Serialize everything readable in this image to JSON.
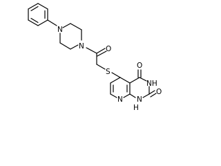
{
  "molecule": {
    "atom_labels": {
      "nitrogen_piperazine_top": "N",
      "nitrogen_piperazine_bottom": "N",
      "oxygen_carbonyl": "O",
      "sulfur": "S",
      "oxygen_c4": "O",
      "nh_n3": "NH",
      "nitrogen_pyridine": "N",
      "n1_h": "H",
      "n1_n": "N",
      "oxygen_c2": "O"
    },
    "colors": {
      "bond": "#000000",
      "label": "#000000",
      "background": "#ffffff"
    }
  }
}
